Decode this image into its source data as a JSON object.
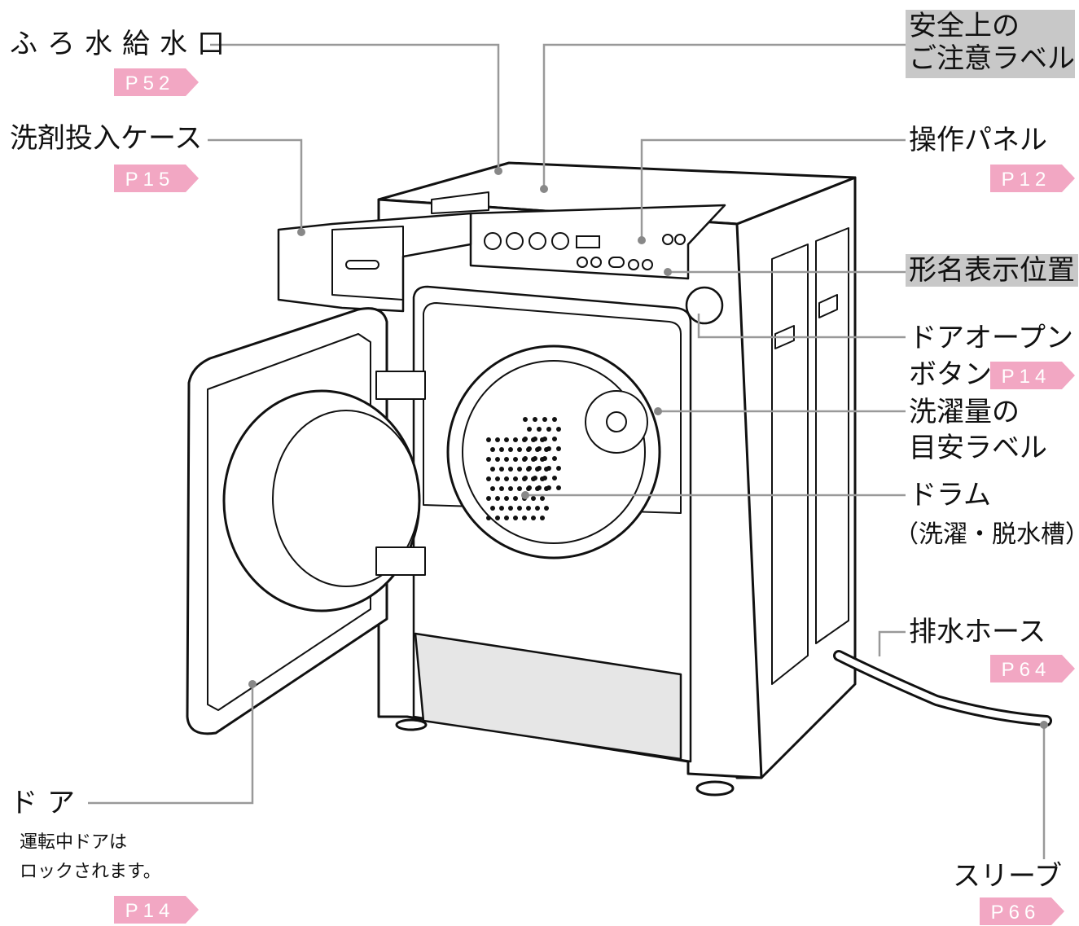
{
  "labels": {
    "furo_inlet": "ふろ水給水口",
    "detergent_case": "洗剤投入ケース",
    "safety_label_1": "安全上の",
    "safety_label_2": "ご注意ラベル",
    "control_panel": "操作パネル",
    "model_location": "形名表示位置",
    "door_open_1": "ドアオープン",
    "door_open_2": "ボタン",
    "wash_amount_1": "洗濯量の",
    "wash_amount_2": "目安ラベル",
    "drum_1": "ドラム",
    "drum_2": "（洗濯・脱水槽）",
    "drain_hose": "排水ホース",
    "sleeve": "スリーブ",
    "door": "ドア",
    "door_note_1": "運転中ドアは",
    "door_note_2": "ロックされます。"
  },
  "page_refs": {
    "furo_inlet": "P52",
    "detergent_case": "P15",
    "control_panel": "P12",
    "door_open": "P14",
    "drain_hose": "P64",
    "sleeve": "P66",
    "door": "P14"
  },
  "colors": {
    "page_ref_bg": "#f2a7c3",
    "page_ref_text": "#ffffff",
    "highlight_label_bg": "#c8c8c8",
    "leader_line": "#999999",
    "outline": "#111111",
    "panel_fill": "#e6e6e6"
  }
}
